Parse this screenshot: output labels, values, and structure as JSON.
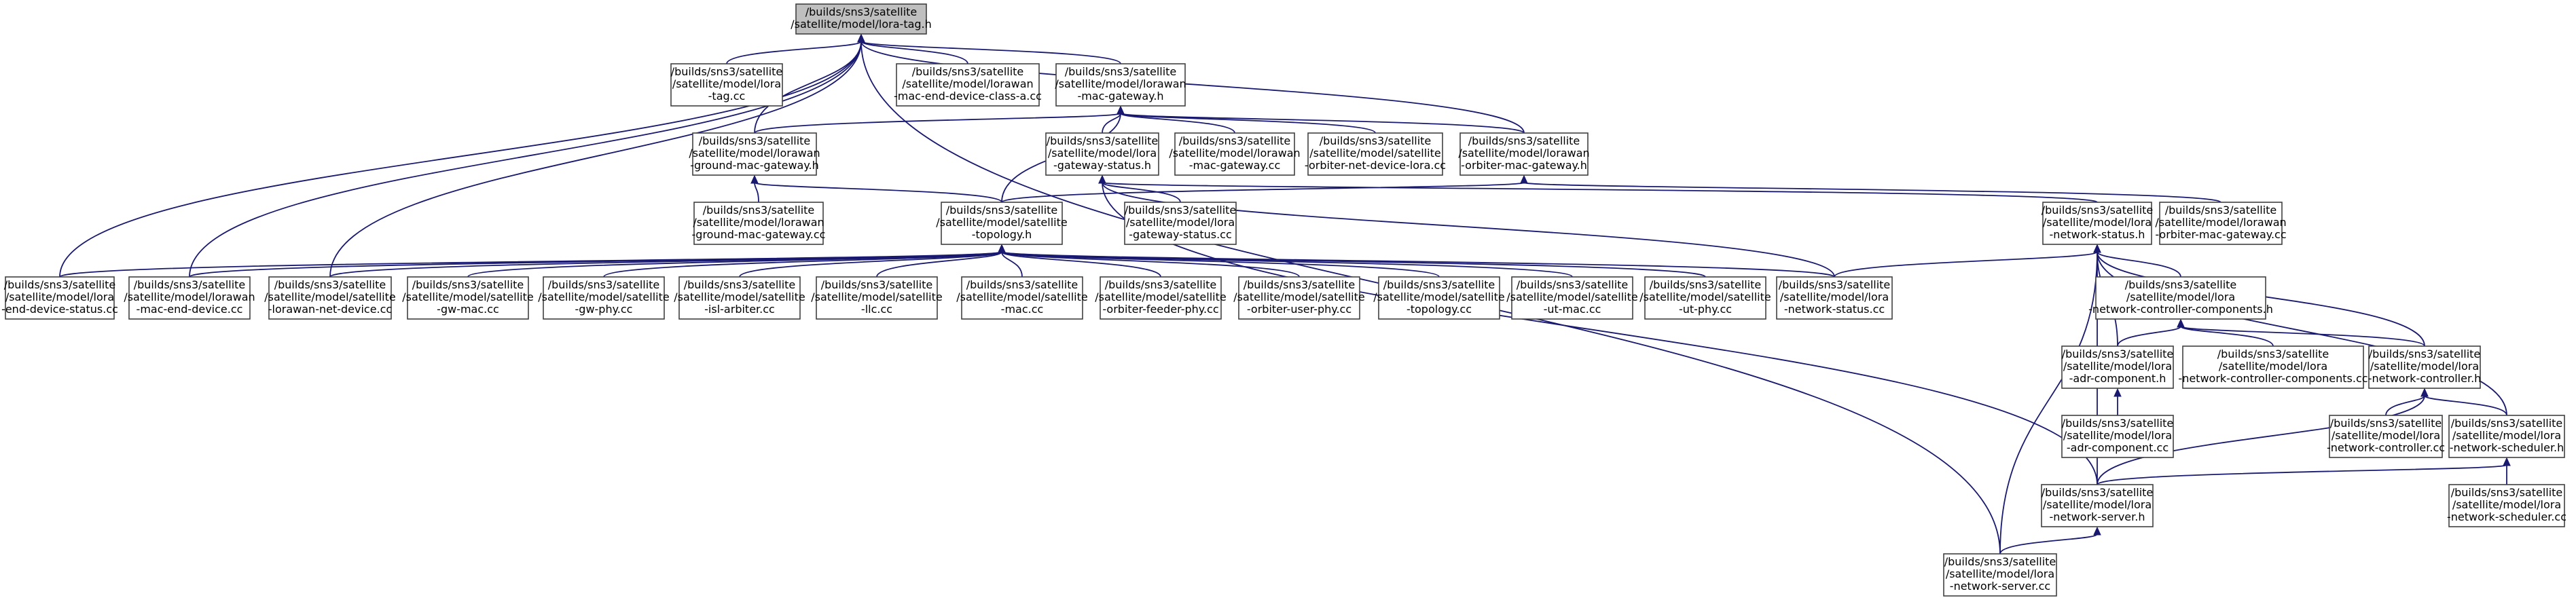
{
  "colors": {
    "edge": "#191970",
    "node_border": "#404040",
    "root_fill": "#bfbfbf"
  },
  "nodes": [
    {
      "id": "lora_tag_h",
      "lines": [
        "/builds/sns3/satellite",
        "/satellite/model/lora-tag.h"
      ],
      "root": true
    },
    {
      "id": "lora_tag_cc",
      "lines": [
        "/builds/sns3/satellite",
        "/satellite/model/lora",
        "-tag.cc"
      ]
    },
    {
      "id": "lorawan_med_class_a_cc",
      "lines": [
        "/builds/sns3/satellite",
        "/satellite/model/lorawan",
        "-mac-end-device-class-a.cc"
      ]
    },
    {
      "id": "lorawan_mac_gateway_h",
      "lines": [
        "/builds/sns3/satellite",
        "/satellite/model/lorawan",
        "-mac-gateway.h"
      ]
    },
    {
      "id": "lorawan_ground_mac_gateway_h",
      "lines": [
        "/builds/sns3/satellite",
        "/satellite/model/lorawan",
        "-ground-mac-gateway.h"
      ]
    },
    {
      "id": "lora_gateway_status_h",
      "lines": [
        "/builds/sns3/satellite",
        "/satellite/model/lora",
        "-gateway-status.h"
      ]
    },
    {
      "id": "lorawan_mac_gateway_cc",
      "lines": [
        "/builds/sns3/satellite",
        "/satellite/model/lorawan",
        "-mac-gateway.cc"
      ]
    },
    {
      "id": "orbiter_net_device_lora_cc",
      "lines": [
        "/builds/sns3/satellite",
        "/satellite/model/satellite",
        "-orbiter-net-device-lora.cc"
      ]
    },
    {
      "id": "lorawan_orbiter_mac_gateway_h",
      "lines": [
        "/builds/sns3/satellite",
        "/satellite/model/lorawan",
        "-orbiter-mac-gateway.h"
      ]
    },
    {
      "id": "lorawan_ground_mac_gateway_cc",
      "lines": [
        "/builds/sns3/satellite",
        "/satellite/model/lorawan",
        "-ground-mac-gateway.cc"
      ]
    },
    {
      "id": "satellite_topology_h",
      "lines": [
        "/builds/sns3/satellite",
        "/satellite/model/satellite",
        "-topology.h"
      ]
    },
    {
      "id": "lora_gateway_status_cc",
      "lines": [
        "/builds/sns3/satellite",
        "/satellite/model/lora",
        "-gateway-status.cc"
      ]
    },
    {
      "id": "lora_network_status_h",
      "lines": [
        "/builds/sns3/satellite",
        "/satellite/model/lora",
        "-network-status.h"
      ]
    },
    {
      "id": "lorawan_orbiter_mac_gateway_cc",
      "lines": [
        "/builds/sns3/satellite",
        "/satellite/model/lorawan",
        "-orbiter-mac-gateway.cc"
      ]
    },
    {
      "id": "lora_end_device_status_cc",
      "lines": [
        "/builds/sns3/satellite",
        "/satellite/model/lora",
        "-end-device-status.cc"
      ]
    },
    {
      "id": "lorawan_mac_end_device_cc",
      "lines": [
        "/builds/sns3/satellite",
        "/satellite/model/lorawan",
        "-mac-end-device.cc"
      ]
    },
    {
      "id": "satellite_lorawan_net_device_cc",
      "lines": [
        "/builds/sns3/satellite",
        "/satellite/model/satellite",
        "-lorawan-net-device.cc"
      ]
    },
    {
      "id": "satellite_gw_mac_cc",
      "lines": [
        "/builds/sns3/satellite",
        "/satellite/model/satellite",
        "-gw-mac.cc"
      ]
    },
    {
      "id": "satellite_gw_phy_cc",
      "lines": [
        "/builds/sns3/satellite",
        "/satellite/model/satellite",
        "-gw-phy.cc"
      ]
    },
    {
      "id": "satellite_isl_arbiter_cc",
      "lines": [
        "/builds/sns3/satellite",
        "/satellite/model/satellite",
        "-isl-arbiter.cc"
      ]
    },
    {
      "id": "satellite_llc_cc",
      "lines": [
        "/builds/sns3/satellite",
        "/satellite/model/satellite",
        "-llc.cc"
      ]
    },
    {
      "id": "satellite_mac_cc",
      "lines": [
        "/builds/sns3/satellite",
        "/satellite/model/satellite",
        "-mac.cc"
      ]
    },
    {
      "id": "satellite_orbiter_feeder_phy_cc",
      "lines": [
        "/builds/sns3/satellite",
        "/satellite/model/satellite",
        "-orbiter-feeder-phy.cc"
      ]
    },
    {
      "id": "satellite_orbiter_user_phy_cc",
      "lines": [
        "/builds/sns3/satellite",
        "/satellite/model/satellite",
        "-orbiter-user-phy.cc"
      ]
    },
    {
      "id": "satellite_topology_cc",
      "lines": [
        "/builds/sns3/satellite",
        "/satellite/model/satellite",
        "-topology.cc"
      ]
    },
    {
      "id": "satellite_ut_mac_cc",
      "lines": [
        "/builds/sns3/satellite",
        "/satellite/model/satellite",
        "-ut-mac.cc"
      ]
    },
    {
      "id": "satellite_ut_phy_cc",
      "lines": [
        "/builds/sns3/satellite",
        "/satellite/model/satellite",
        "-ut-phy.cc"
      ]
    },
    {
      "id": "lora_network_status_cc",
      "lines": [
        "/builds/sns3/satellite",
        "/satellite/model/lora",
        "-network-status.cc"
      ]
    },
    {
      "id": "lora_network_controller_components_h",
      "lines": [
        "/builds/sns3/satellite",
        "/satellite/model/lora",
        "-network-controller-components.h"
      ]
    },
    {
      "id": "lora_adr_component_h",
      "lines": [
        "/builds/sns3/satellite",
        "/satellite/model/lora",
        "-adr-component.h"
      ]
    },
    {
      "id": "lora_network_controller_components_cc",
      "lines": [
        "/builds/sns3/satellite",
        "/satellite/model/lora",
        "-network-controller-components.cc"
      ]
    },
    {
      "id": "lora_network_controller_h",
      "lines": [
        "/builds/sns3/satellite",
        "/satellite/model/lora",
        "-network-controller.h"
      ]
    },
    {
      "id": "lora_adr_component_cc",
      "lines": [
        "/builds/sns3/satellite",
        "/satellite/model/lora",
        "-adr-component.cc"
      ]
    },
    {
      "id": "lora_network_controller_cc",
      "lines": [
        "/builds/sns3/satellite",
        "/satellite/model/lora",
        "-network-controller.cc"
      ]
    },
    {
      "id": "lora_network_scheduler_h",
      "lines": [
        "/builds/sns3/satellite",
        "/satellite/model/lora",
        "-network-scheduler.h"
      ]
    },
    {
      "id": "lora_network_server_h",
      "lines": [
        "/builds/sns3/satellite",
        "/satellite/model/lora",
        "-network-server.h"
      ]
    },
    {
      "id": "lora_network_scheduler_cc",
      "lines": [
        "/builds/sns3/satellite",
        "/satellite/model/lora",
        "-network-scheduler.cc"
      ]
    },
    {
      "id": "lora_network_server_cc",
      "lines": [
        "/builds/sns3/satellite",
        "/satellite/model/lora",
        "-network-server.cc"
      ]
    }
  ],
  "edges": [
    [
      "lora_tag_h",
      "lora_tag_cc"
    ],
    [
      "lora_tag_h",
      "lorawan_med_class_a_cc"
    ],
    [
      "lora_tag_h",
      "lorawan_mac_gateway_h"
    ],
    [
      "lora_tag_h",
      "lorawan_ground_mac_gateway_h"
    ],
    [
      "lora_tag_h",
      "lorawan_orbiter_mac_gateway_h"
    ],
    [
      "lora_tag_h",
      "lora_end_device_status_cc"
    ],
    [
      "lora_tag_h",
      "lorawan_mac_end_device_cc"
    ],
    [
      "lora_tag_h",
      "satellite_lorawan_net_device_cc"
    ],
    [
      "lora_tag_h",
      "lora_network_server_cc"
    ],
    [
      "lorawan_mac_gateway_h",
      "lorawan_ground_mac_gateway_h"
    ],
    [
      "lorawan_mac_gateway_h",
      "lora_gateway_status_h"
    ],
    [
      "lorawan_mac_gateway_h",
      "lorawan_mac_gateway_cc"
    ],
    [
      "lorawan_mac_gateway_h",
      "orbiter_net_device_lora_cc"
    ],
    [
      "lorawan_mac_gateway_h",
      "lorawan_orbiter_mac_gateway_h"
    ],
    [
      "lorawan_mac_gateway_h",
      "satellite_topology_h"
    ],
    [
      "lorawan_ground_mac_gateway_h",
      "lorawan_ground_mac_gateway_cc"
    ],
    [
      "lorawan_ground_mac_gateway_h",
      "satellite_topology_h"
    ],
    [
      "lorawan_orbiter_mac_gateway_h",
      "satellite_topology_h"
    ],
    [
      "lorawan_orbiter_mac_gateway_h",
      "lorawan_orbiter_mac_gateway_cc"
    ],
    [
      "lora_gateway_status_h",
      "lora_gateway_status_cc"
    ],
    [
      "lora_gateway_status_h",
      "lora_network_status_h"
    ],
    [
      "lora_gateway_status_h",
      "lora_network_server_h"
    ],
    [
      "lora_gateway_status_h",
      "lora_network_status_cc"
    ],
    [
      "satellite_topology_h",
      "lora_end_device_status_cc"
    ],
    [
      "satellite_topology_h",
      "lorawan_mac_end_device_cc"
    ],
    [
      "satellite_topology_h",
      "satellite_lorawan_net_device_cc"
    ],
    [
      "satellite_topology_h",
      "satellite_gw_mac_cc"
    ],
    [
      "satellite_topology_h",
      "satellite_gw_phy_cc"
    ],
    [
      "satellite_topology_h",
      "satellite_isl_arbiter_cc"
    ],
    [
      "satellite_topology_h",
      "satellite_llc_cc"
    ],
    [
      "satellite_topology_h",
      "satellite_mac_cc"
    ],
    [
      "satellite_topology_h",
      "satellite_orbiter_feeder_phy_cc"
    ],
    [
      "satellite_topology_h",
      "satellite_orbiter_user_phy_cc"
    ],
    [
      "satellite_topology_h",
      "satellite_topology_cc"
    ],
    [
      "satellite_topology_h",
      "satellite_ut_mac_cc"
    ],
    [
      "satellite_topology_h",
      "satellite_ut_phy_cc"
    ],
    [
      "satellite_topology_h",
      "lora_network_status_cc"
    ],
    [
      "lora_network_status_h",
      "lora_network_status_cc"
    ],
    [
      "lora_network_status_h",
      "lora_network_controller_components_h"
    ],
    [
      "lora_network_status_h",
      "lora_adr_component_h"
    ],
    [
      "lora_network_status_h",
      "lora_network_controller_h"
    ],
    [
      "lora_network_status_h",
      "lora_network_scheduler_h"
    ],
    [
      "lora_network_status_h",
      "lora_network_server_h"
    ],
    [
      "lora_network_status_h",
      "lora_network_server_cc"
    ],
    [
      "lora_network_controller_components_h",
      "lora_adr_component_h"
    ],
    [
      "lora_network_controller_components_h",
      "lora_network_controller_components_cc"
    ],
    [
      "lora_network_controller_components_h",
      "lora_network_controller_h"
    ],
    [
      "lora_adr_component_h",
      "lora_adr_component_cc"
    ],
    [
      "lora_network_controller_h",
      "lora_network_controller_cc"
    ],
    [
      "lora_network_controller_h",
      "lora_network_scheduler_h"
    ],
    [
      "lora_network_controller_h",
      "lora_network_server_h"
    ],
    [
      "lora_network_scheduler_h",
      "lora_network_scheduler_cc"
    ],
    [
      "lora_network_scheduler_h",
      "lora_network_server_h"
    ],
    [
      "lora_network_server_h",
      "lora_network_server_cc"
    ]
  ]
}
